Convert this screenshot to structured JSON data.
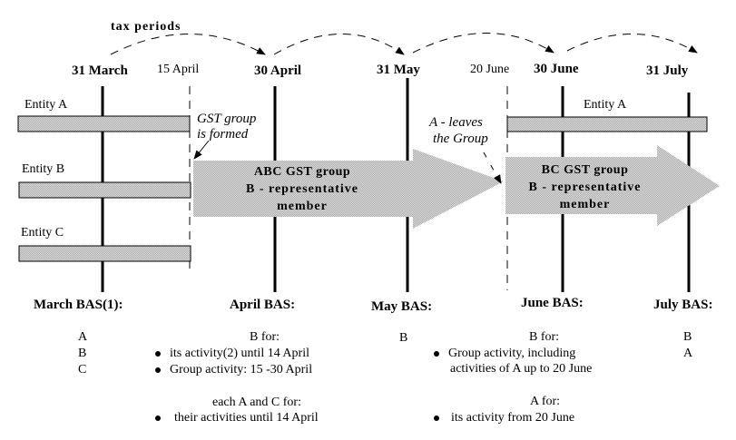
{
  "tax_periods_label": "tax periods",
  "dates": {
    "d31march": "31 March",
    "d15april": "15 April",
    "d30april": "30 April",
    "d31may": "31 May",
    "d20june": "20 June",
    "d30june": "30 June",
    "d31july": "31 July"
  },
  "entities": {
    "a": "Entity A",
    "b": "Entity B",
    "c": "Entity C",
    "a_after": "Entity A"
  },
  "annotations": {
    "group_formed_1": "GST group",
    "group_formed_2": "is formed",
    "a_leaves_1": "A  - leaves",
    "a_leaves_2": "the Group"
  },
  "groups": {
    "abc": {
      "line1": "ABC GST group",
      "line2": "B  -  representative",
      "line3": "member"
    },
    "bc": {
      "line1": "BC GST group",
      "line2": "B  -  representative",
      "line3": "member"
    }
  },
  "bas": {
    "march": {
      "title": "March BAS(1):",
      "items": [
        "A",
        "B",
        "C"
      ]
    },
    "april": {
      "title": "April BAS:",
      "b_for": "B for:",
      "b_items": [
        "its activity(2) until 14 April",
        "Group activity: 15 -30 April"
      ],
      "ac_for": "each A and C for:",
      "ac_items": [
        "their activities until 14 April"
      ]
    },
    "may": {
      "title": "May BAS:",
      "items": [
        "B"
      ]
    },
    "june": {
      "title": "June BAS:",
      "b_for": "B for:",
      "b_items_line1": "Group activity, including",
      "b_items_line2": "activities of A up to 20 June",
      "a_for": "A for:",
      "a_items": [
        "its activity from 20 June"
      ]
    },
    "july": {
      "title": "July BAS:",
      "items": [
        "B",
        "A"
      ]
    }
  },
  "colors": {
    "fill": "#c8c8c8",
    "stroke": "#000000"
  }
}
